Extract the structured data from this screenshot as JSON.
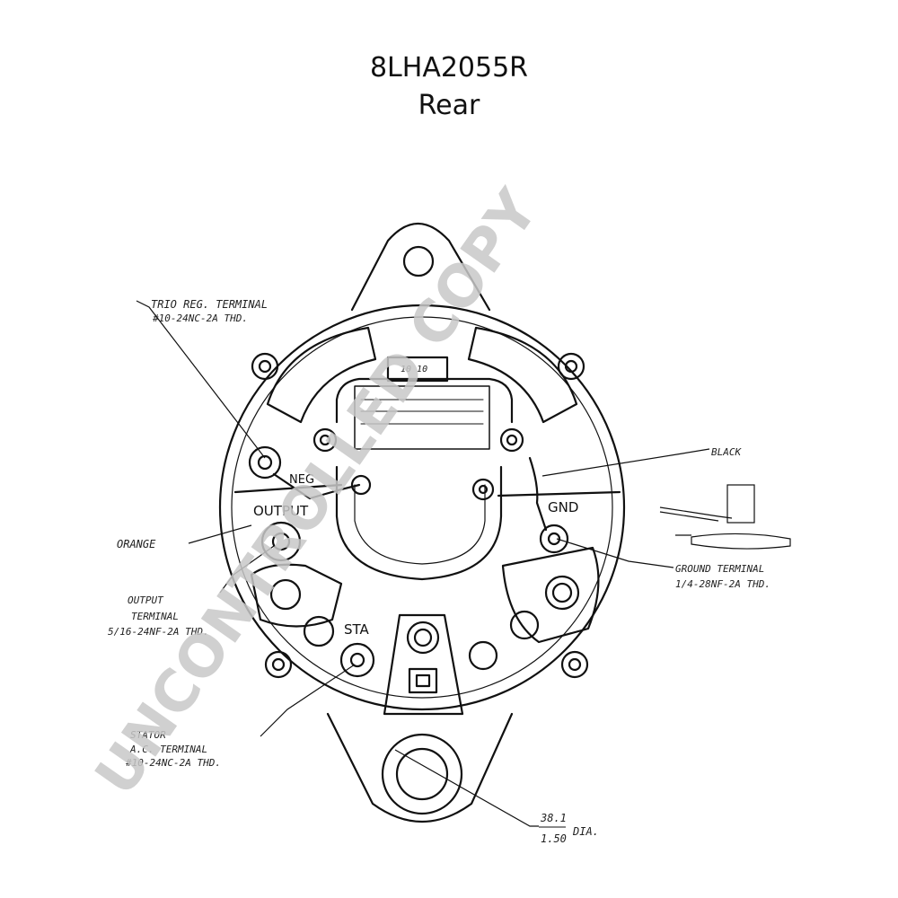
{
  "title": "8LHA2055R",
  "subtitle": "Rear",
  "labels": {
    "trio_reg_terminal": "TRIO REG. TERMINAL",
    "trio_reg_thread": "#10-24NC-2A THD.",
    "black": "BLACK",
    "output": "OUTPUT",
    "gnd": "GND",
    "neg": "NEG",
    "orange": "ORANGE",
    "output_terminal_1": "OUTPUT",
    "output_terminal_2": "TERMINAL",
    "output_terminal_3": "5/16-24NF-2A THD.",
    "ground_terminal_1": "GROUND TERMINAL",
    "ground_terminal_2": "1/4-28NF-2A THD.",
    "sta": "STA",
    "sta_terminal_1": "STATOR",
    "sta_terminal_2": "A.C. TERMINAL",
    "sta_terminal_3": "#10-24NC-2A THD.",
    "dia_num": "38.1",
    "dia_den": "1.50",
    "dia_suffix": "DIA.",
    "reg_1": "10  10"
  },
  "watermark": "UNCONTROLLED COPY"
}
